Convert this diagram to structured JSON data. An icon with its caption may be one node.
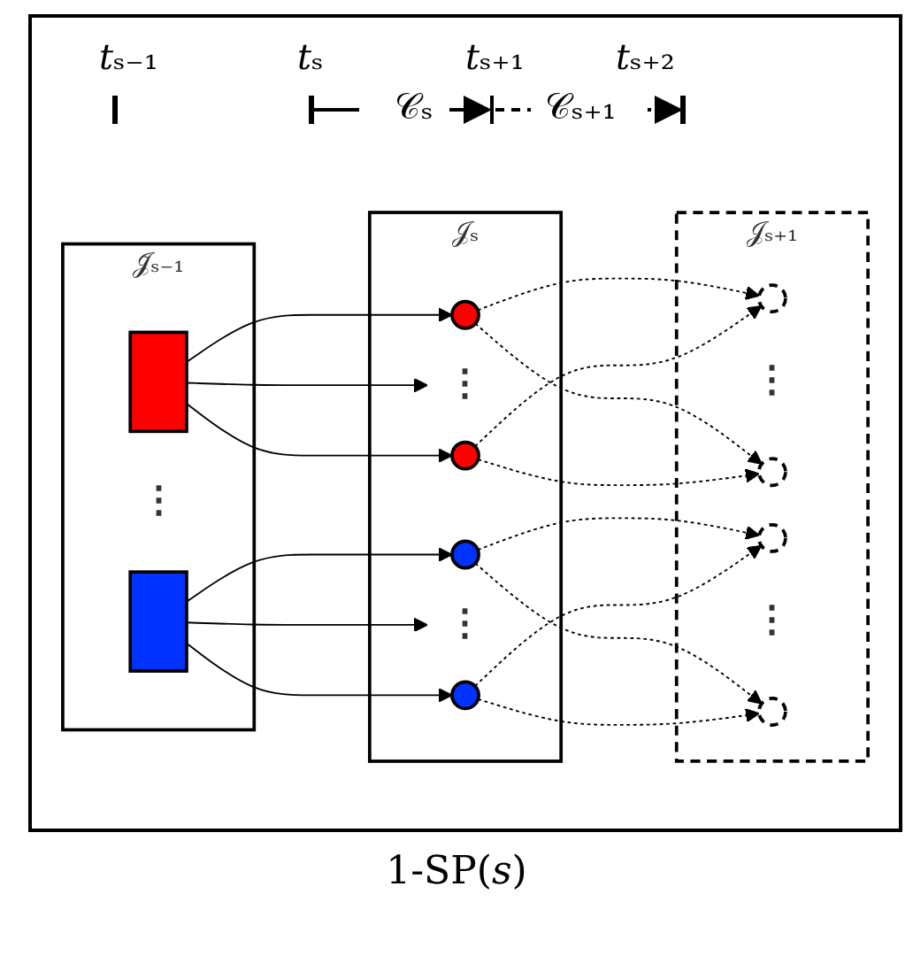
{
  "diagram": {
    "caption": "1-SP(𝑠)",
    "nodes": [
      {
        "text": [
          "𝒥̃ₛ₋₁"
        ]
      },
      {
        "text": [],
        "shape": "box",
        "in": 0
      },
      {
        "text": [
          "⋮"
        ],
        "in": 0
      },
      {
        "text": [],
        "shape": "box",
        "in": 0
      },
      {
        "text": [
          "𝒥ₛ"
        ]
      },
      {
        "text": [],
        "shape": "circle",
        "in": 4
      },
      {
        "text": [
          "⋮"
        ],
        "in": 4
      },
      {
        "text": [],
        "shape": "circle",
        "in": 4
      },
      {
        "text": [],
        "shape": "circle",
        "in": 4
      },
      {
        "text": [
          "⋮"
        ],
        "in": 4
      },
      {
        "text": [],
        "shape": "circle",
        "in": 4
      },
      {
        "text": [
          "𝒥ₛ₊₁"
        ]
      },
      {
        "text": [],
        "shape": "circle",
        "in": 11
      },
      {
        "text": [
          "⋮"
        ],
        "in": 11
      },
      {
        "text": [],
        "shape": "circle",
        "in": 11
      },
      {
        "text": [],
        "shape": "circle",
        "in": 11
      },
      {
        "text": [
          "⋮"
        ],
        "in": 11
      },
      {
        "text": [],
        "shape": "circle",
        "in": 11
      }
    ],
    "edges": [
      {
        "from": 1,
        "to": 5,
        "arrow": "to"
      },
      {
        "from": 1,
        "to": 6,
        "arrow": "to"
      },
      {
        "from": 1,
        "to": 7,
        "arrow": "to"
      },
      {
        "from": 3,
        "to": 8,
        "arrow": "to"
      },
      {
        "from": 3,
        "to": 9,
        "arrow": "to"
      },
      {
        "from": 3,
        "to": 10,
        "arrow": "to"
      },
      {
        "from": 5,
        "to": 12,
        "arrow": "to",
        "style": "dashed"
      },
      {
        "from": 5,
        "to": 14,
        "arrow": "to",
        "style": "dashed"
      },
      {
        "from": 7,
        "to": 12,
        "arrow": "to",
        "style": "dashed"
      },
      {
        "from": 7,
        "to": 14,
        "arrow": "to",
        "style": "dashed"
      },
      {
        "from": 8,
        "to": 15,
        "arrow": "to",
        "style": "dashed"
      },
      {
        "from": 8,
        "to": 17,
        "arrow": "to",
        "style": "dashed"
      },
      {
        "from": 10,
        "to": 15,
        "arrow": "to",
        "style": "dashed"
      },
      {
        "from": 10,
        "to": 17,
        "arrow": "to",
        "style": "dashed"
      }
    ],
    "labels": [
      "𝑡ₛ₋₁",
      "𝑡ₛ",
      "𝑡ₛ₊₁",
      "𝑡ₛ₊₂",
      "𝒞ₛ",
      "𝒞ₛ₊₁"
    ]
  }
}
